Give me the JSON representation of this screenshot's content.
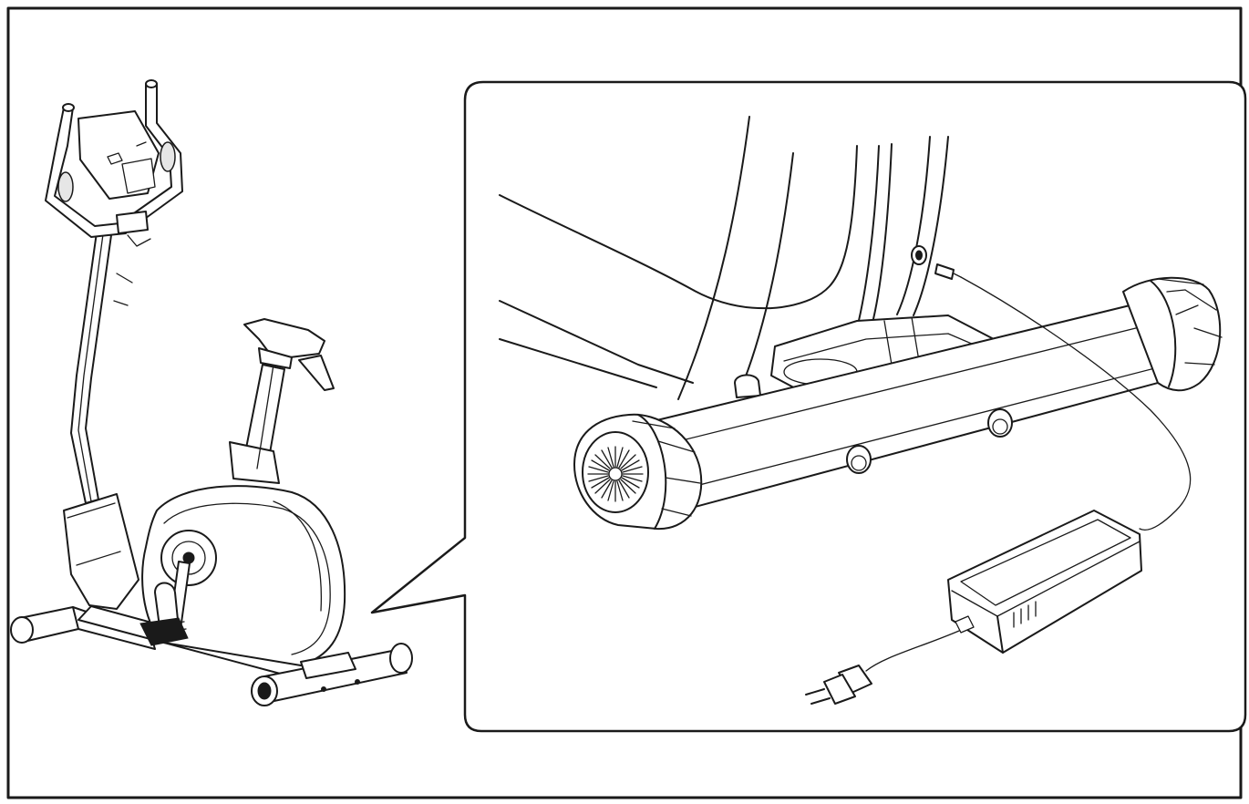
{
  "diagram": {
    "components": [
      "exercise-bike",
      "callout-detail",
      "base-tube",
      "end-cap",
      "dc-power-socket",
      "power-adapter",
      "power-cable",
      "euro-plug"
    ]
  }
}
